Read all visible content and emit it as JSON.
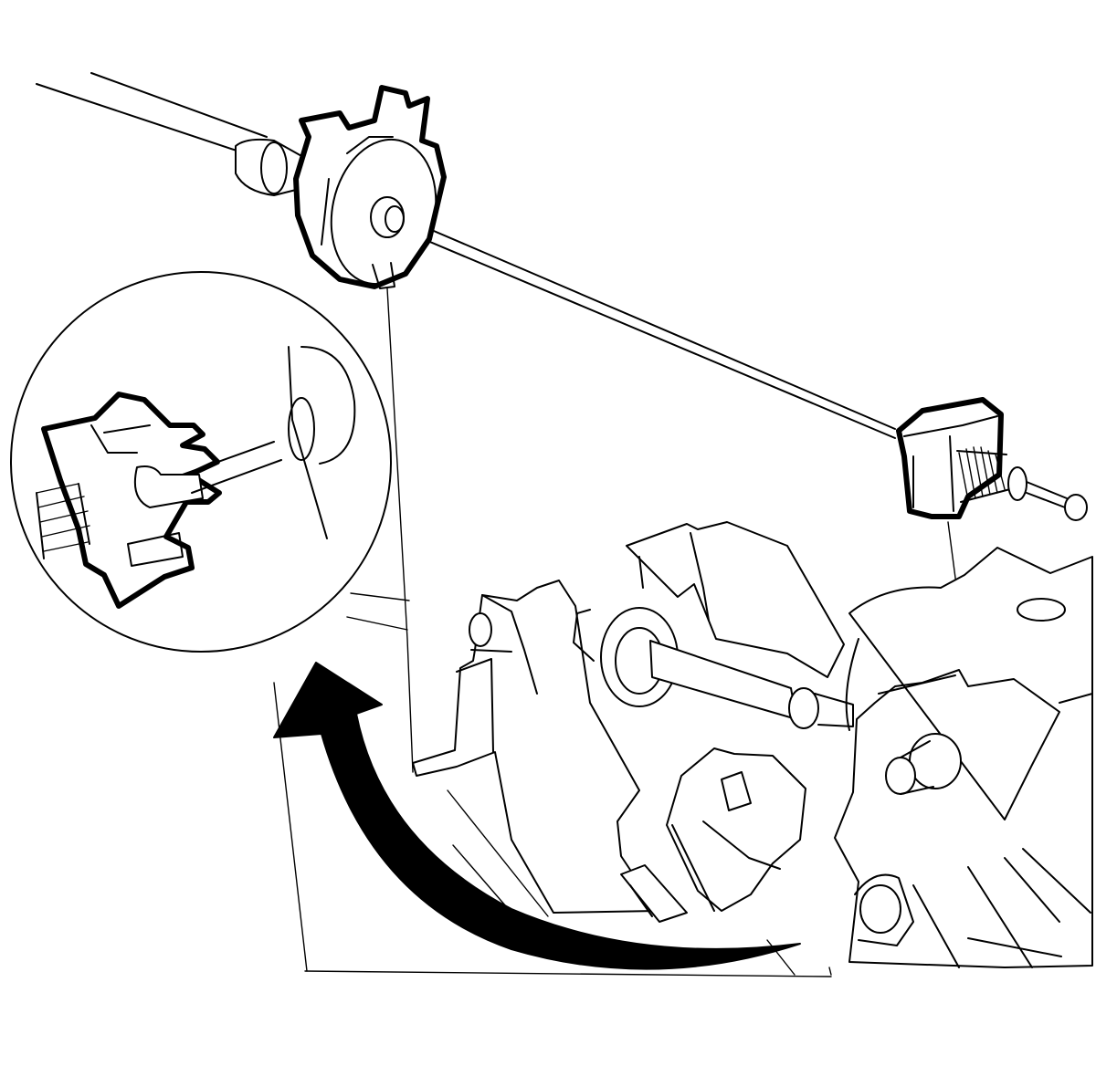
{
  "diagram": {
    "kind": "technical-line-illustration",
    "parts": [
      "shift-cable",
      "cable-bracket-clip",
      "cable-end-fitting",
      "detail-view-clip",
      "shifter-base",
      "rotation-arrow"
    ],
    "colors": {
      "line": "#000000",
      "background": "#ffffff"
    }
  }
}
